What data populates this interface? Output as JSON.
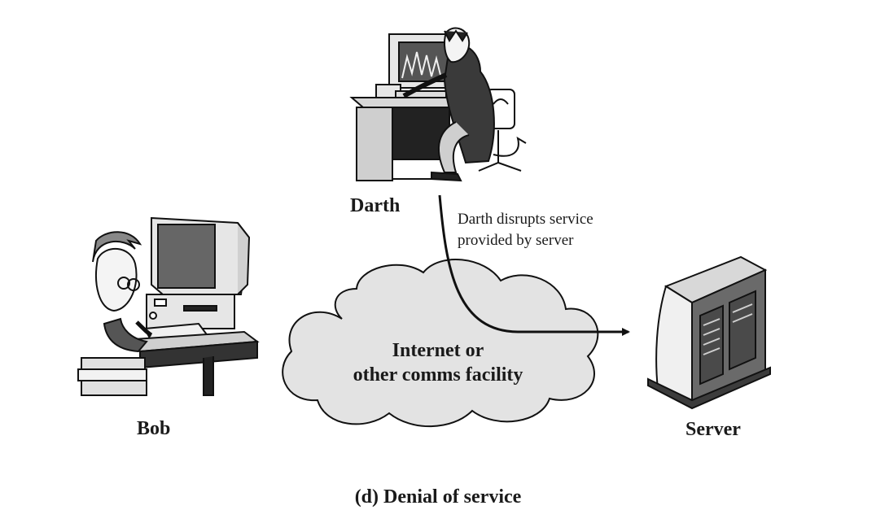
{
  "nodes": {
    "darth": "Darth",
    "bob": "Bob",
    "server": "Server"
  },
  "annotation": {
    "line1": "Darth disrupts service",
    "line2": "provided by server"
  },
  "cloud": {
    "line1": "Internet or",
    "line2": "other comms facility",
    "fill": "#e3e3e3"
  },
  "caption": "(d) Denial of service",
  "icons": [
    "attacker-at-computer-illustration",
    "user-at-computer-illustration",
    "server-tower-illustration"
  ]
}
